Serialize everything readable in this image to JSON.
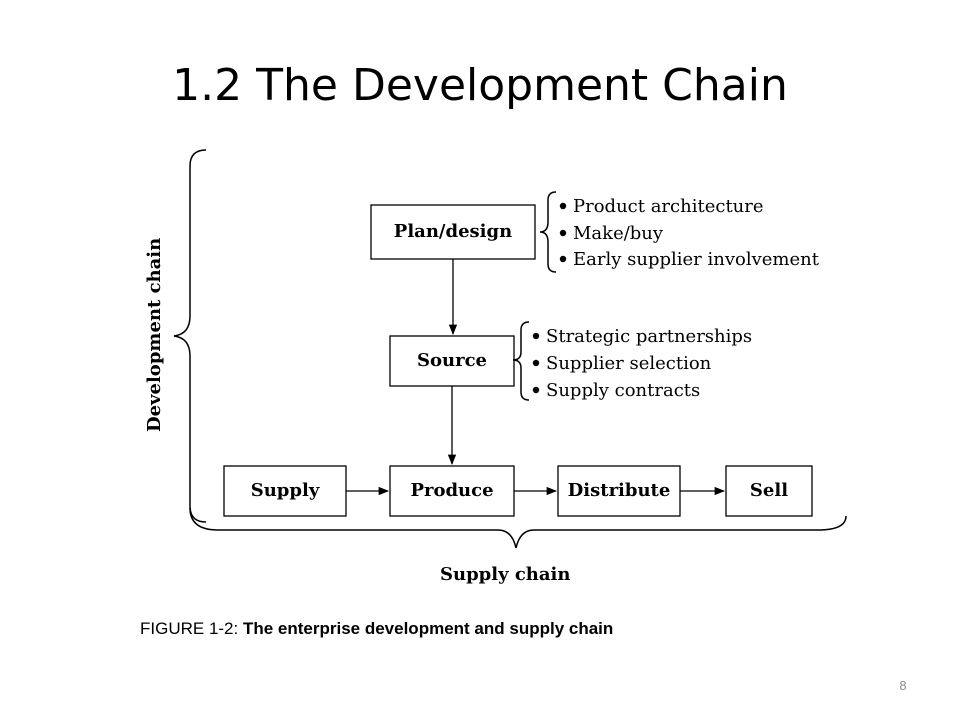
{
  "slide": {
    "title": "1.2 The Development Chain",
    "page_number": "8"
  },
  "caption": {
    "prefix": "FIGURE 1-2: ",
    "text": "The enterprise development and supply chain"
  },
  "diagram": {
    "boxes": {
      "plan_design": "Plan/design",
      "source": "Source",
      "supply": "Supply",
      "produce": "Produce",
      "distribute": "Distribute",
      "sell": "Sell"
    },
    "plan_bullets": [
      "Product architecture",
      "Make/buy",
      "Early supplier involvement"
    ],
    "source_bullets": [
      "Strategic partnerships",
      "Supplier selection",
      "Supply contracts"
    ],
    "development_chain_label": "Development chain",
    "supply_chain_label": "Supply chain"
  }
}
